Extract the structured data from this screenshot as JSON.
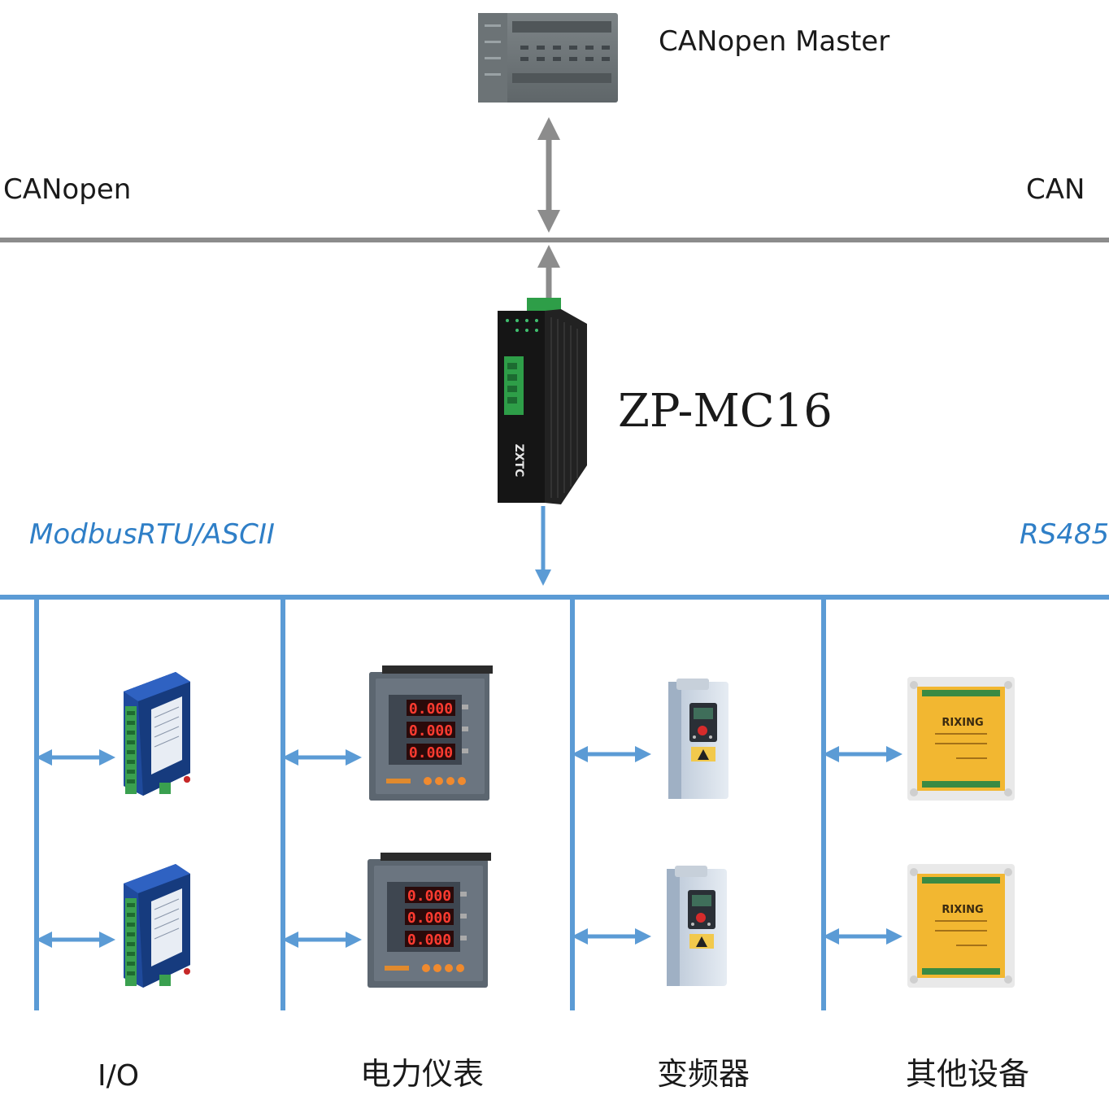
{
  "master": {
    "label": "CANopen Master"
  },
  "can_bus": {
    "left_label": "CANopen",
    "right_label": "CAN"
  },
  "gateway": {
    "label": "ZP-MC16",
    "brand": "ZXTC"
  },
  "rs485_bus": {
    "left_label": "ModbusRTU/ASCII",
    "right_label": "RS485"
  },
  "columns": [
    {
      "label": "I/O"
    },
    {
      "label": "电力仪表"
    },
    {
      "label": "变频器"
    },
    {
      "label": "其他设备"
    }
  ],
  "meter": {
    "display": "0.000"
  },
  "relay": {
    "brand": "RIXING"
  },
  "colors": {
    "can_bus": "#8c8c8c",
    "rs485_bus": "#5b9bd5",
    "gateway_body": "#1b1b1b",
    "terminal_green": "#2e9e48",
    "relay_yellow": "#f2b731",
    "io_blue": "#1f4a9c"
  },
  "icons": [
    "plc-device",
    "gateway-device",
    "io-module",
    "power-meter",
    "inverter",
    "relay-module"
  ]
}
